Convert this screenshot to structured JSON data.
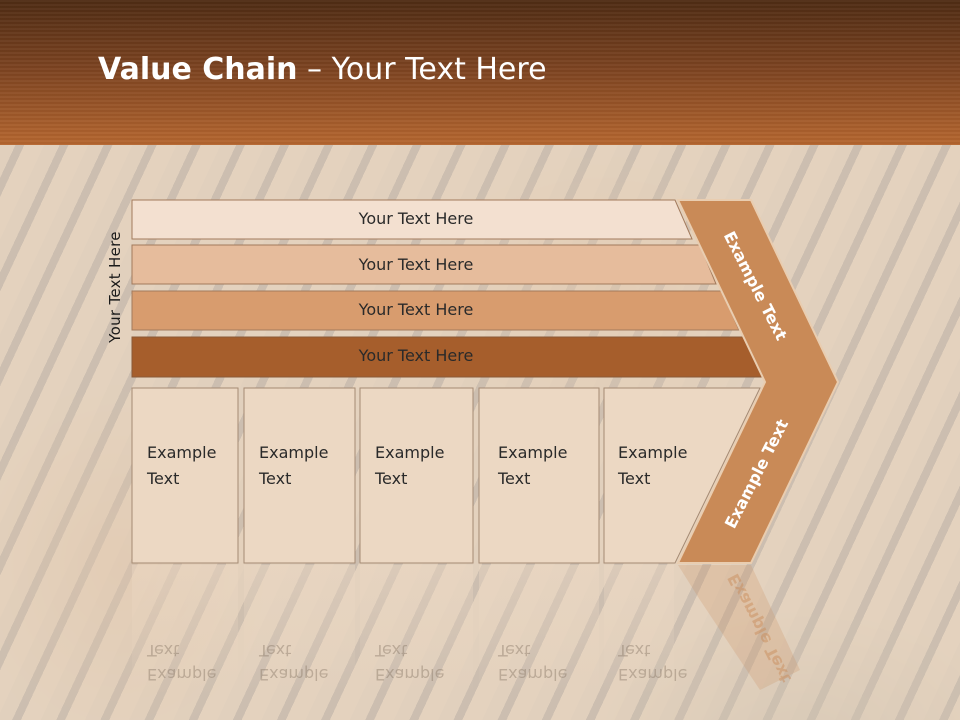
{
  "slide": {
    "title_bold": "Value Chain",
    "title_rest": " – Your Text Here"
  },
  "diagram": {
    "vertical_label": "Your Text Here",
    "bands": [
      {
        "label": "Your Text Here",
        "color": "#f3e0d0"
      },
      {
        "label": "Your Text Here",
        "color": "#e6bc9c"
      },
      {
        "label": "Your Text Here",
        "color": "#d89c6e"
      },
      {
        "label": "Your Text Here",
        "color": "#a65e2c"
      }
    ],
    "columns": [
      {
        "line1": "Example",
        "line2": "Text"
      },
      {
        "line1": "Example",
        "line2": "Text"
      },
      {
        "line1": "Example",
        "line2": "Text"
      },
      {
        "line1": "Example",
        "line2": "Text"
      },
      {
        "line1": "Example",
        "line2": "Text"
      }
    ],
    "chevron_top_label": "Example Text",
    "chevron_bottom_label": "Example Text",
    "column_color": "#ecd8c3",
    "chevron_color": "#c98a57"
  }
}
